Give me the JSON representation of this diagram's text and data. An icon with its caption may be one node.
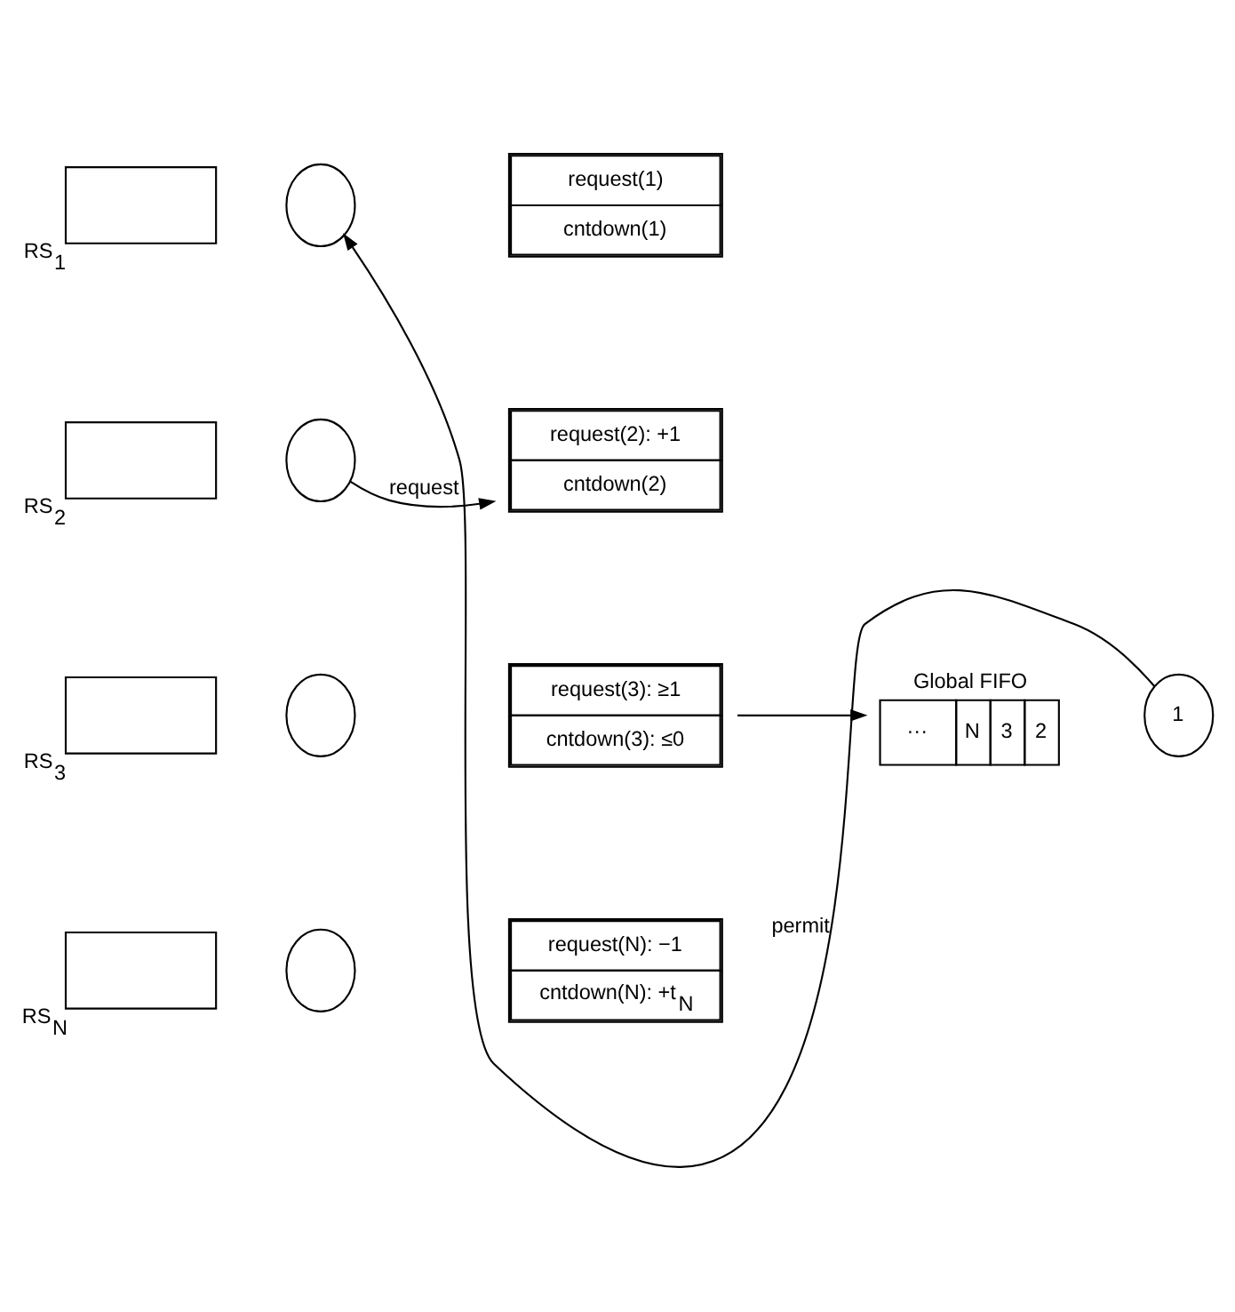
{
  "diagram": {
    "nodes": [
      {
        "text": [],
        "shape": "box",
        "beside": [
          "RS$_{1}$"
        ]
      },
      {
        "text": [],
        "shape": "circle"
      },
      {
        "text": [
          "request(1)",
          "cntdown(1)"
        ]
      },
      {
        "text": [],
        "shape": "box",
        "beside": [
          "RS$_{2}$"
        ]
      },
      {
        "text": [],
        "shape": "circle"
      },
      {
        "text": [
          "request(2): +1",
          "cntdown(2)"
        ]
      },
      {
        "text": [],
        "shape": "box",
        "beside": [
          "RS$_{3}$"
        ]
      },
      {
        "text": [],
        "shape": "circle"
      },
      {
        "text": [
          "request(3): ≥1",
          "cntdown(3): ≤0"
        ]
      },
      {
        "text": [
          "Global FIFO",
          "···",
          "N",
          "3",
          "2"
        ]
      },
      {
        "text": [
          "1"
        ]
      },
      {
        "text": [],
        "shape": "box",
        "beside": [
          "RS$_{N}$"
        ]
      },
      {
        "text": [],
        "shape": "circle"
      },
      {
        "text": [
          "request(N): −1",
          "cntdown(N): +t$_{N}$"
        ]
      }
    ],
    "edges": [
      {
        "from": 4,
        "to": 5,
        "arrow": "to",
        "label": "request"
      },
      {
        "from": 8,
        "to": 9,
        "arrow": "to"
      },
      {
        "from": 10,
        "to": 1,
        "arrow": "to",
        "label": "permit"
      }
    ]
  }
}
